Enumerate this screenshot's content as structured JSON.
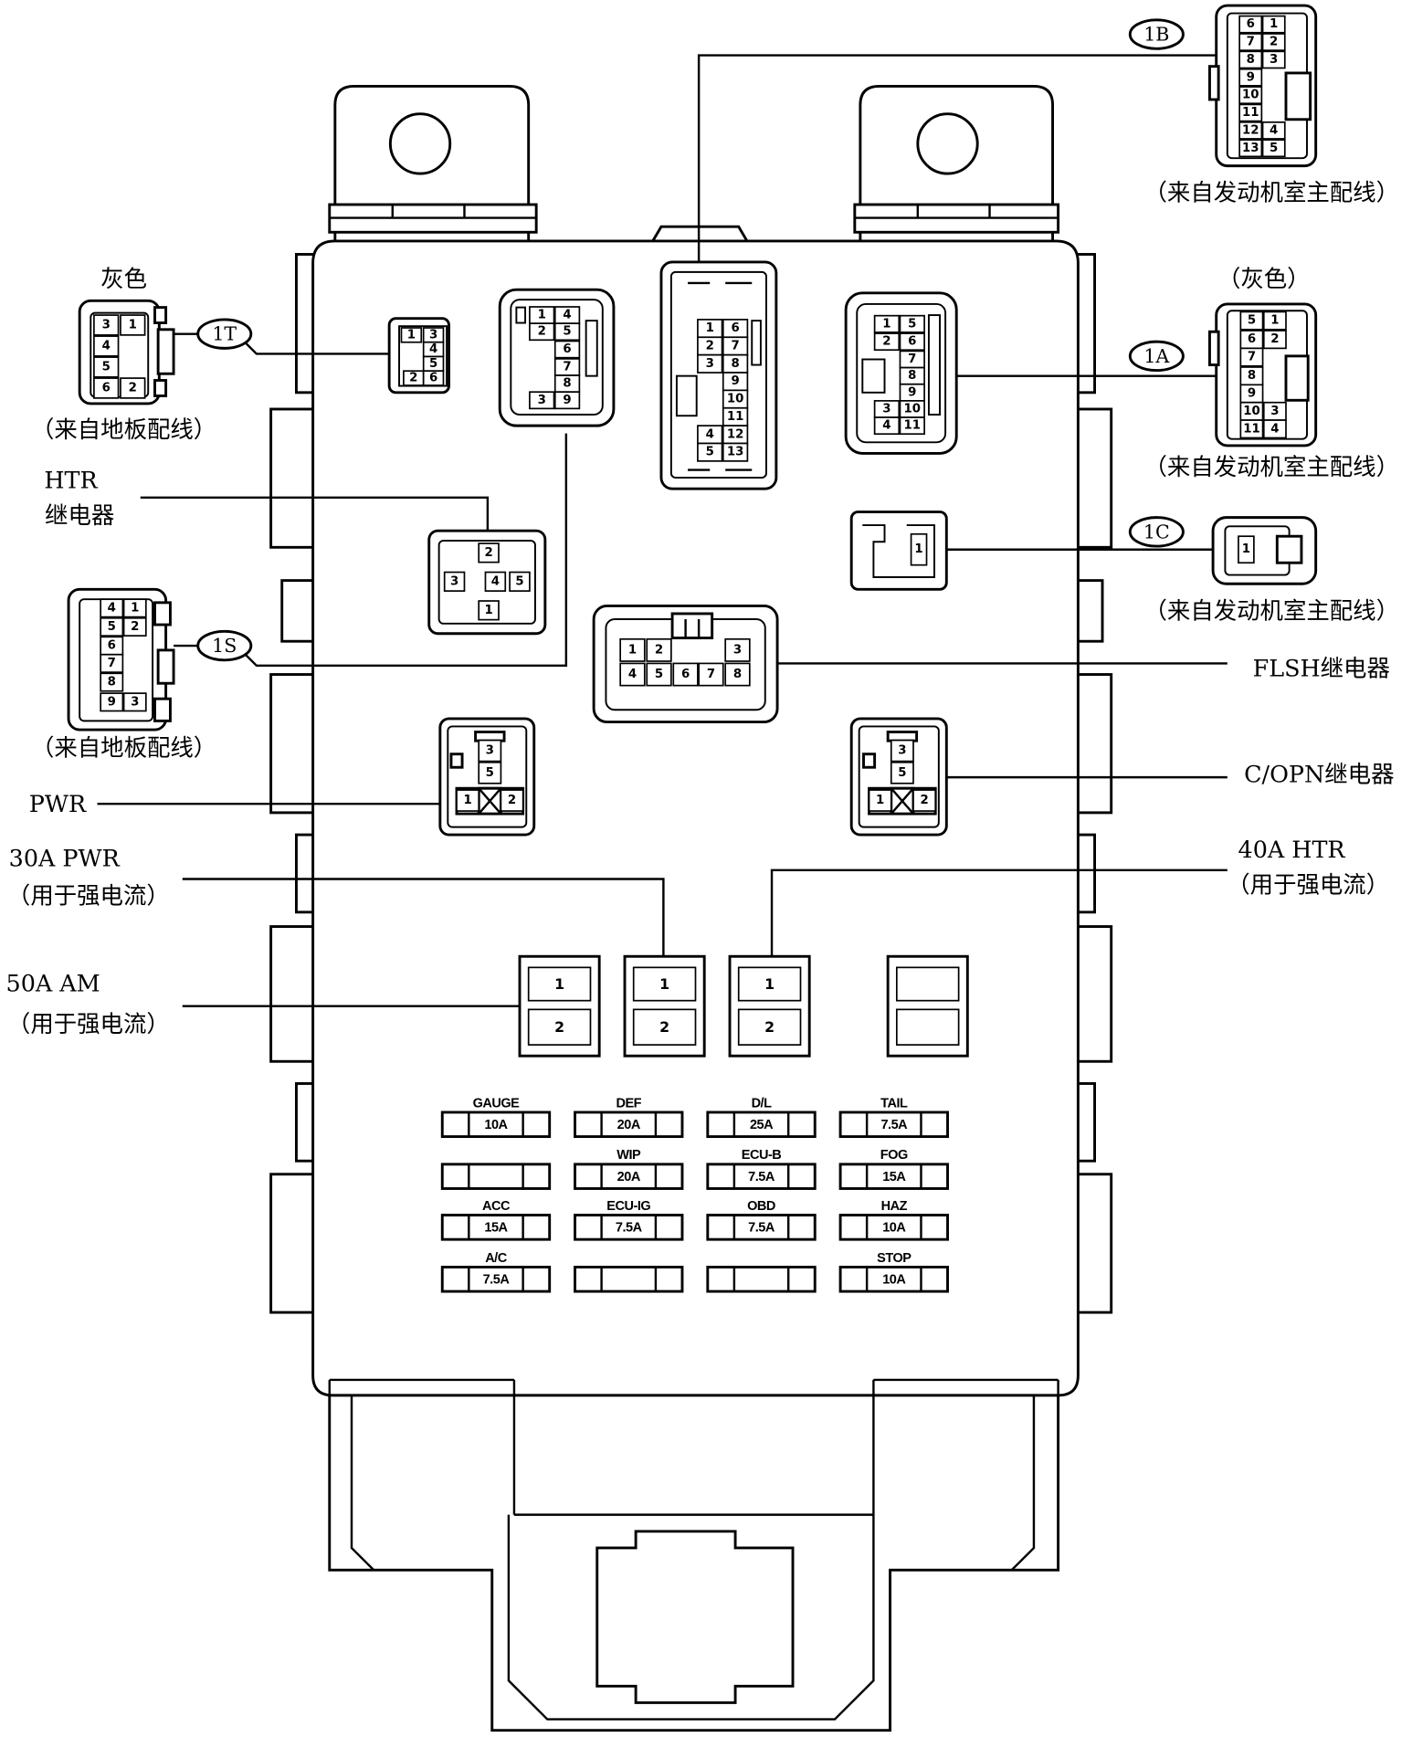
{
  "labels": {
    "gray_left": "灰色",
    "conn_1T": "1T",
    "from_floor_1T": "（来自地板配线）",
    "htr_relay_line1": "HTR",
    "htr_relay_line2": "继电器",
    "conn_1S": "1S",
    "from_floor_1S": "（来自地板配线）",
    "pwr_relay": "PWR",
    "fuse_30a_pwr_line1": "30A PWR",
    "fuse_30a_pwr_line2": "（用于强电流）",
    "fuse_50a_am_line1": "50A AM",
    "fuse_50a_am_line2": "（用于强电流）",
    "conn_1B": "1B",
    "from_engine_1B": "（来自发动机室主配线）",
    "gray_right": "（灰色）",
    "conn_1A": "1A",
    "from_engine_1A": "（来自发动机室主配线）",
    "conn_1C": "1C",
    "from_engine_1C": "（来自发动机室主配线）",
    "flsh_relay": "FLSH继电器",
    "copn_relay": "C/OPN继电器",
    "fuse_40a_htr_line1": "40A HTR",
    "fuse_40a_htr_line2": "（用于强电流）"
  },
  "connectors": {
    "plug_1T": [
      "3",
      "1",
      "4",
      "5",
      "6",
      "2"
    ],
    "socket_1T": [
      "1",
      "3",
      "4",
      "5",
      "2",
      "6"
    ],
    "socket_1S": [
      "1",
      "4",
      "2",
      "5",
      "6",
      "7",
      "8",
      "3",
      "9"
    ],
    "plug_1S": [
      "4",
      "1",
      "5",
      "2",
      "6",
      "7",
      "8",
      "9",
      "3"
    ],
    "socket_1B": [
      "1",
      "6",
      "2",
      "7",
      "3",
      "8",
      "9",
      "10",
      "11",
      "4",
      "12",
      "5",
      "13"
    ],
    "plug_1B": [
      "6",
      "1",
      "7",
      "2",
      "8",
      "3",
      "9",
      "10",
      "11",
      "12",
      "4",
      "13",
      "5"
    ],
    "socket_1A": [
      "1",
      "5",
      "2",
      "6",
      "7",
      "8",
      "9",
      "3",
      "10",
      "4",
      "11"
    ],
    "plug_1A": [
      "5",
      "1",
      "6",
      "2",
      "7",
      "8",
      "9",
      "10",
      "3",
      "11",
      "4"
    ],
    "socket_1C": [
      "1"
    ],
    "plug_1C": [
      "1"
    ],
    "relay_htr": [
      "2",
      "3",
      "4",
      "5",
      "1"
    ],
    "relay_flsh": [
      "1",
      "2",
      "3",
      "4",
      "5",
      "6",
      "7",
      "8"
    ],
    "relay_pwr": [
      "3",
      "5",
      "1",
      "2"
    ],
    "relay_copn": [
      "3",
      "5",
      "1",
      "2"
    ]
  },
  "large_fuses": [
    [
      "1",
      "2"
    ],
    [
      "1",
      "2"
    ],
    [
      "1",
      "2"
    ],
    []
  ],
  "fuse_panel": {
    "rows": [
      [
        {
          "label": "GAUGE",
          "rating": "10A"
        },
        {
          "label": "DEF",
          "rating": "20A"
        },
        {
          "label": "D/L",
          "rating": "25A"
        },
        {
          "label": "TAIL",
          "rating": "7.5A"
        }
      ],
      [
        {},
        {
          "label": "WIP",
          "rating": "20A"
        },
        {
          "label": "ECU-B",
          "rating": "7.5A"
        },
        {
          "label": "FOG",
          "rating": "15A"
        }
      ],
      [
        {
          "label": "ACC",
          "rating": "15A"
        },
        {
          "label": "ECU-IG",
          "rating": "7.5A"
        },
        {
          "label": "OBD",
          "rating": "7.5A"
        },
        {
          "label": "HAZ",
          "rating": "10A"
        }
      ],
      [
        {
          "label": "A/C",
          "rating": "7.5A"
        },
        {},
        {},
        {
          "label": "STOP",
          "rating": "10A"
        }
      ]
    ]
  },
  "colors": {
    "line": "#000000",
    "background": "#ffffff"
  }
}
